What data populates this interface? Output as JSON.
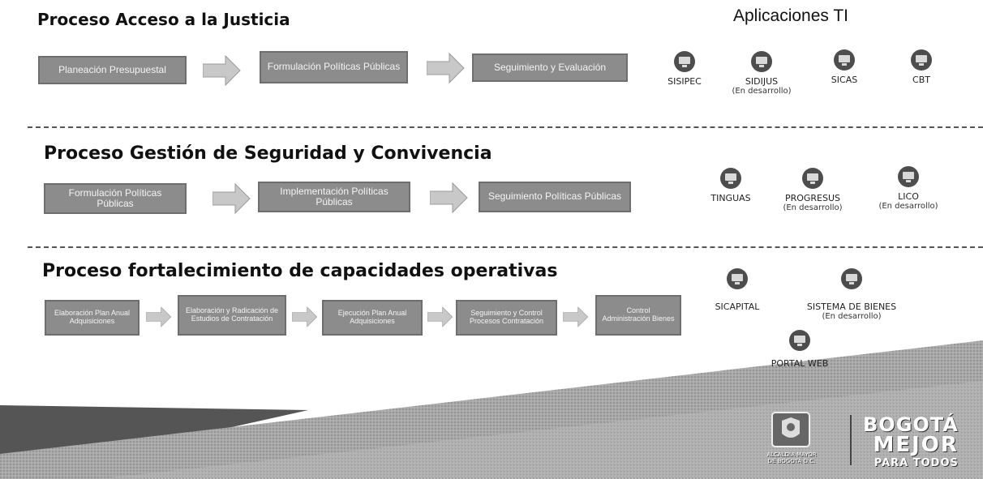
{
  "apps_title": "Aplicaciones TI",
  "sections": [
    {
      "title": "Proceso Acceso a la Justicia",
      "steps": [
        "Planeación Presupuestal",
        "Formulación Políticas Públicas",
        "Seguimiento y Evaluación"
      ],
      "apps": [
        {
          "name": "SISIPEC",
          "note": ""
        },
        {
          "name": "SIDIJUS",
          "note": "(En desarrollo)"
        },
        {
          "name": "SICAS",
          "note": ""
        },
        {
          "name": "CBT",
          "note": ""
        }
      ]
    },
    {
      "title": "Proceso Gestión de Seguridad y Convivencia",
      "steps": [
        "Formulación Políticas Públicas",
        "Implementación Políticas Públicas",
        "Seguimiento Políticas Públicas"
      ],
      "apps": [
        {
          "name": "TINGUAS",
          "note": ""
        },
        {
          "name": "PROGRESUS",
          "note": "(En desarrollo)"
        },
        {
          "name": "LICO",
          "note": "(En desarrollo)"
        }
      ]
    },
    {
      "title": "Proceso fortalecimiento de capacidades operativas",
      "steps": [
        "Elaboración Plan Anual Adquisiciones",
        "Elaboración y Radicación de Estudios de Contratación",
        "Ejecución Plan Anual Adquisiciones",
        "Seguimiento y Control Procesos Contratación",
        "Control Administración Bienes"
      ],
      "apps": [
        {
          "name": "SICAPITAL",
          "note": ""
        },
        {
          "name": "SISTEMA DE BIENES",
          "note": "(En desarrollo)"
        },
        {
          "name": "PORTAL WEB",
          "note": ""
        }
      ]
    }
  ],
  "footer": {
    "crest_label_1": "ALCALDÍA MAYOR",
    "crest_label_2": "DE BOGOTÁ D.C.",
    "brand_line1": "BOGOTÁ",
    "brand_line2": "MEJOR",
    "brand_line3": "PARA TODOS"
  }
}
